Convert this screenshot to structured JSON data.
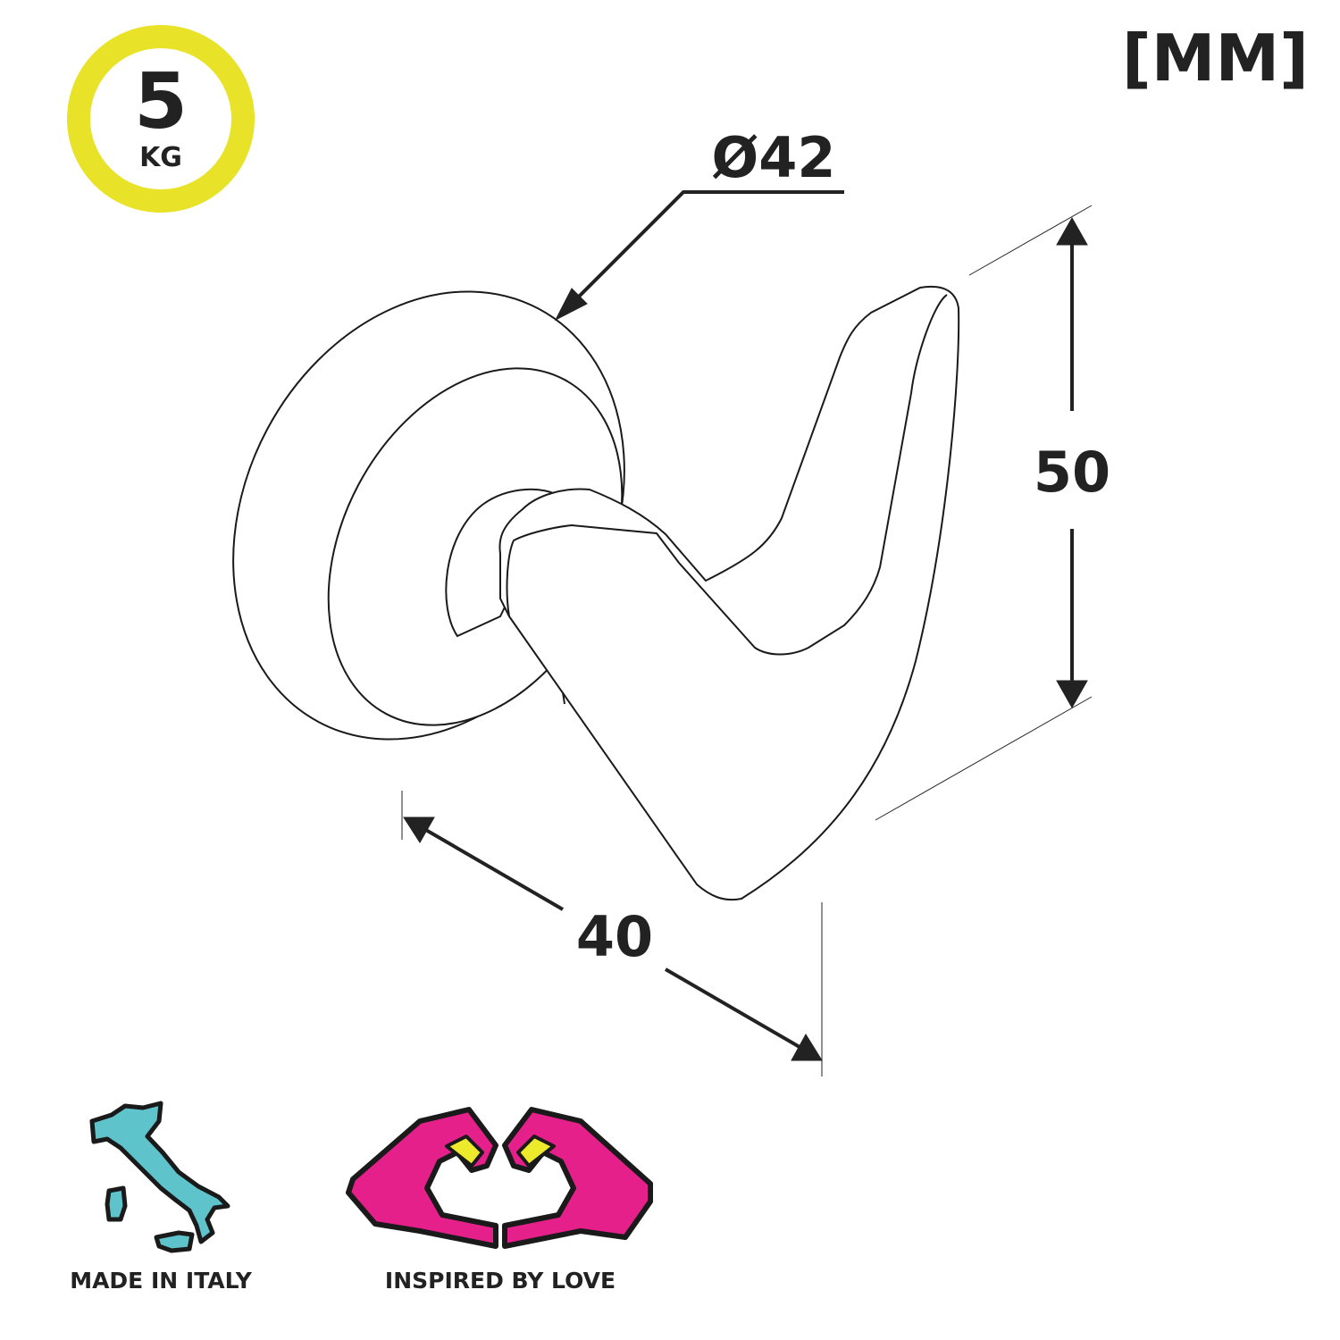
{
  "badge": {
    "value": "5",
    "unit": "KG"
  },
  "units_label": "[MM]",
  "dimensions": {
    "diameter": "Ø42",
    "height": "50",
    "depth": "40"
  },
  "labels": {
    "made_in": "MADE IN ITALY",
    "inspired": "INSPIRED BY LOVE"
  },
  "colors": {
    "badge_ring": "#e8e228",
    "italy": "#5fc3cb",
    "hands": "#e6208a",
    "accent_yellow": "#ecea2a",
    "ink": "#222222"
  }
}
